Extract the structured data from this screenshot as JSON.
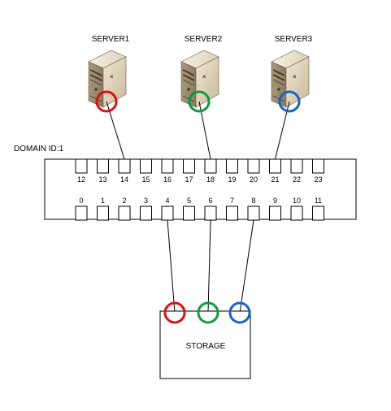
{
  "servers": [
    {
      "label": "SERVER1",
      "color": "#e01010"
    },
    {
      "label": "SERVER2",
      "color": "#119a3c"
    },
    {
      "label": "SERVER3",
      "color": "#1565c8"
    }
  ],
  "switch": {
    "domain_label": "DOMAIN ID:1",
    "top_ports": [
      "12",
      "13",
      "14",
      "15",
      "16",
      "17",
      "18",
      "19",
      "20",
      "21",
      "22",
      "23"
    ],
    "bottom_ports": [
      "0",
      "1",
      "2",
      "3",
      "4",
      "5",
      "6",
      "7",
      "8",
      "9",
      "10",
      "11"
    ]
  },
  "storage": {
    "label": "STORAGE",
    "port_colors": [
      "#e01010",
      "#119a3c",
      "#1565c8"
    ]
  },
  "connections": {
    "server_to_port": [
      "14",
      "18",
      "21"
    ],
    "storage_to_port": [
      "4",
      "6",
      "8"
    ]
  },
  "icons": [
    "server-tower-icon"
  ]
}
